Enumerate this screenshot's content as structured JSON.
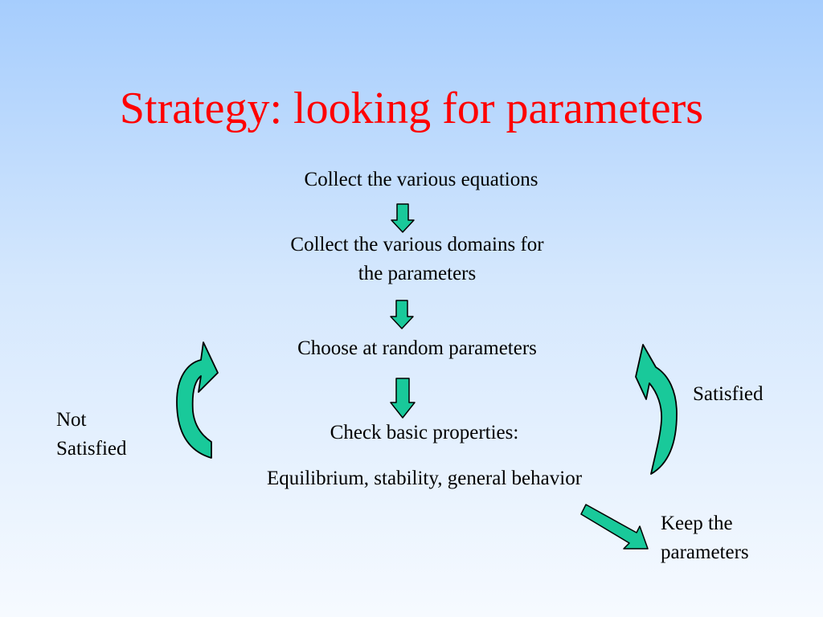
{
  "slide": {
    "title": "Strategy: looking for parameters",
    "steps": {
      "collect_equations": "Collect the various equations",
      "collect_domains_line1": "Collect the various domains for",
      "collect_domains_line2": "the parameters",
      "choose_random": "Choose at random parameters",
      "check_properties": "Check basic properties:",
      "check_details": "Equilibrium, stability, general behavior"
    },
    "labels": {
      "not_satisfied_line1": "Not",
      "not_satisfied_line2": "Satisfied",
      "satisfied": "Satisfied",
      "keep_line1": "Keep the",
      "keep_line2": "parameters"
    }
  },
  "colors": {
    "title": "#ff0000",
    "arrow_fill": "#19c99a",
    "arrow_stroke": "#000000"
  }
}
